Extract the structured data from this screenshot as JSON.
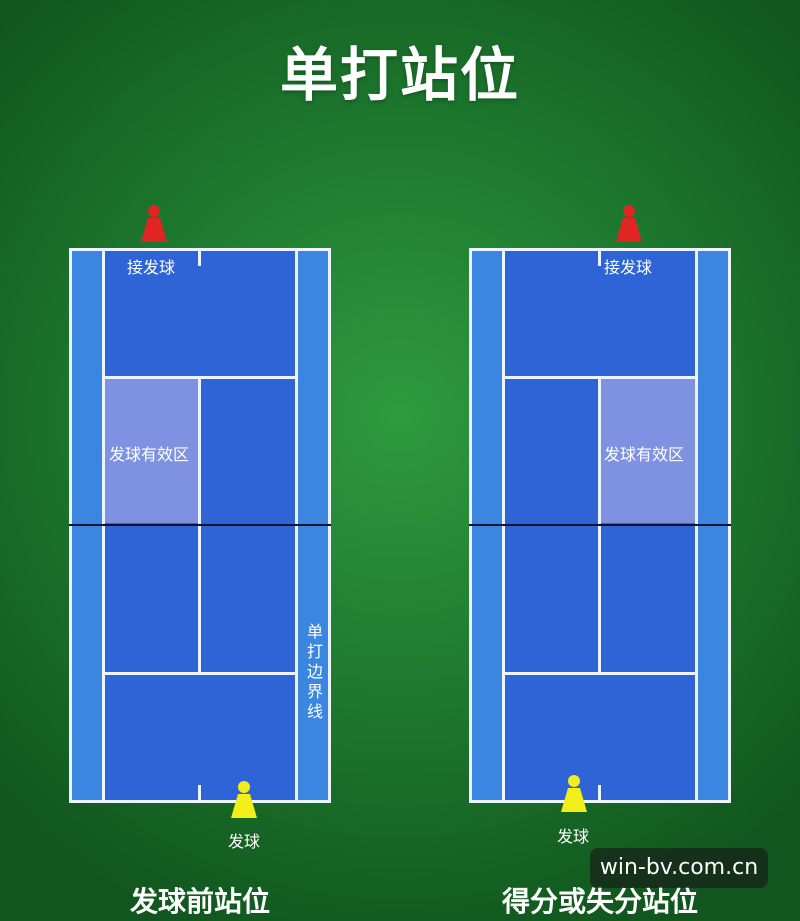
{
  "title": "单打站位",
  "left_court": {
    "receiver_label": "接发球",
    "service_box_label": "发球有效区",
    "server_label": "发球",
    "sideline_label": "单打边界线",
    "caption": "发球前站位"
  },
  "right_court": {
    "receiver_label": "接发球",
    "service_box_label": "发球有效区",
    "server_label": "发球",
    "caption": "得分或失分站位"
  },
  "watermark": "win-bv.com.cn",
  "colors": {
    "receiver_cone": "#e02525",
    "server_cone": "#f2ee1a",
    "court": "#2f64d6",
    "alley": "#3a86e0",
    "service_box_highlight": "#7f92e2",
    "lines": "#eef4ff",
    "net": "#0c1330"
  }
}
